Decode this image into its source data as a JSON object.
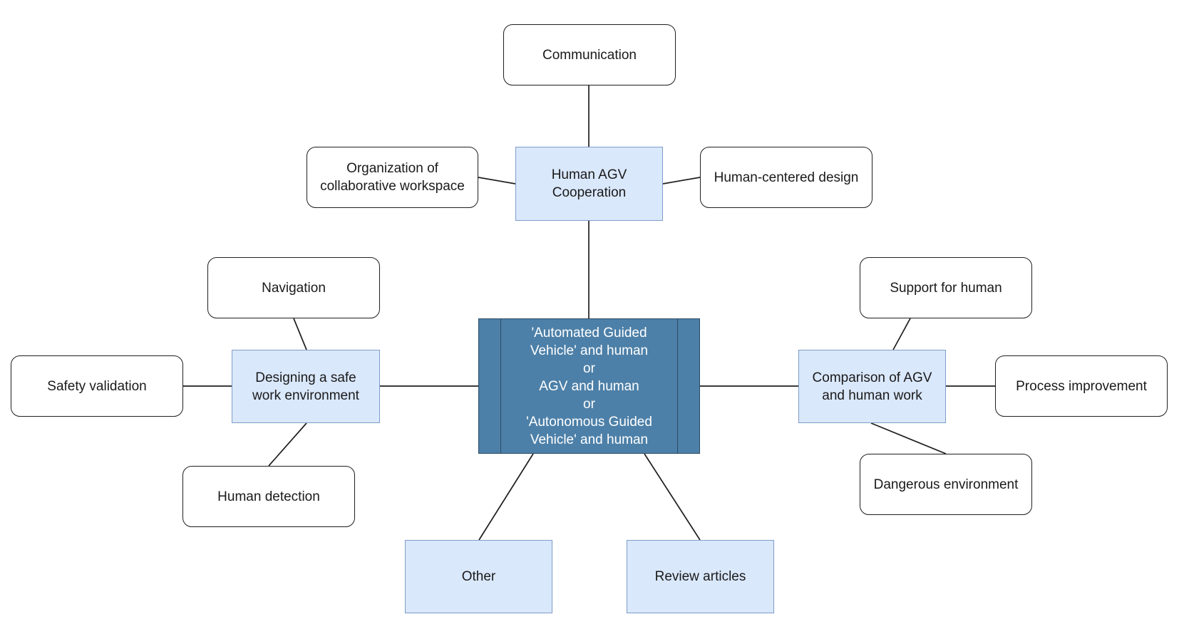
{
  "diagram": {
    "type": "mind-map",
    "center": {
      "id": "center",
      "label": "'Automated Guided\nVehicle' and human\nor\nAGV and human\nor\n'Autonomous Guided\nVehicle' and human",
      "fill": "#4d80a8",
      "text_color": "#ffffff"
    },
    "topics": [
      {
        "id": "cooperation",
        "label": "Human AGV\nCooperation"
      },
      {
        "id": "safe-env",
        "label": "Designing a safe\nwork environment"
      },
      {
        "id": "comparison",
        "label": "Comparison of AGV\nand human work"
      },
      {
        "id": "other",
        "label": "Other"
      },
      {
        "id": "review",
        "label": "Review articles"
      }
    ],
    "leaves": [
      {
        "id": "communication",
        "label": "Communication",
        "parent": "cooperation"
      },
      {
        "id": "organization",
        "label": "Organization of\ncollaborative workspace",
        "parent": "cooperation"
      },
      {
        "id": "human-centered",
        "label": "Human-centered design",
        "parent": "cooperation"
      },
      {
        "id": "navigation",
        "label": "Navigation",
        "parent": "safe-env"
      },
      {
        "id": "safety-validation",
        "label": "Safety validation",
        "parent": "safe-env"
      },
      {
        "id": "human-detection",
        "label": "Human detection",
        "parent": "safe-env"
      },
      {
        "id": "support-human",
        "label": "Support for human",
        "parent": "comparison"
      },
      {
        "id": "process-improvement",
        "label": "Process improvement",
        "parent": "comparison"
      },
      {
        "id": "dangerous-env",
        "label": "Dangerous environment",
        "parent": "comparison"
      }
    ],
    "edges": [
      [
        "center",
        "cooperation"
      ],
      [
        "center",
        "safe-env"
      ],
      [
        "center",
        "comparison"
      ],
      [
        "center",
        "other"
      ],
      [
        "center",
        "review"
      ],
      [
        "cooperation",
        "communication"
      ],
      [
        "cooperation",
        "organization"
      ],
      [
        "cooperation",
        "human-centered"
      ],
      [
        "safe-env",
        "navigation"
      ],
      [
        "safe-env",
        "safety-validation"
      ],
      [
        "safe-env",
        "human-detection"
      ],
      [
        "comparison",
        "support-human"
      ],
      [
        "comparison",
        "process-improvement"
      ],
      [
        "comparison",
        "dangerous-env"
      ]
    ],
    "colors": {
      "topic_fill": "#dae8fc",
      "topic_border": "#7d9cc9",
      "leaf_fill": "#ffffff",
      "leaf_border": "#1f1f1f",
      "edge": "#1f1f1f"
    }
  }
}
